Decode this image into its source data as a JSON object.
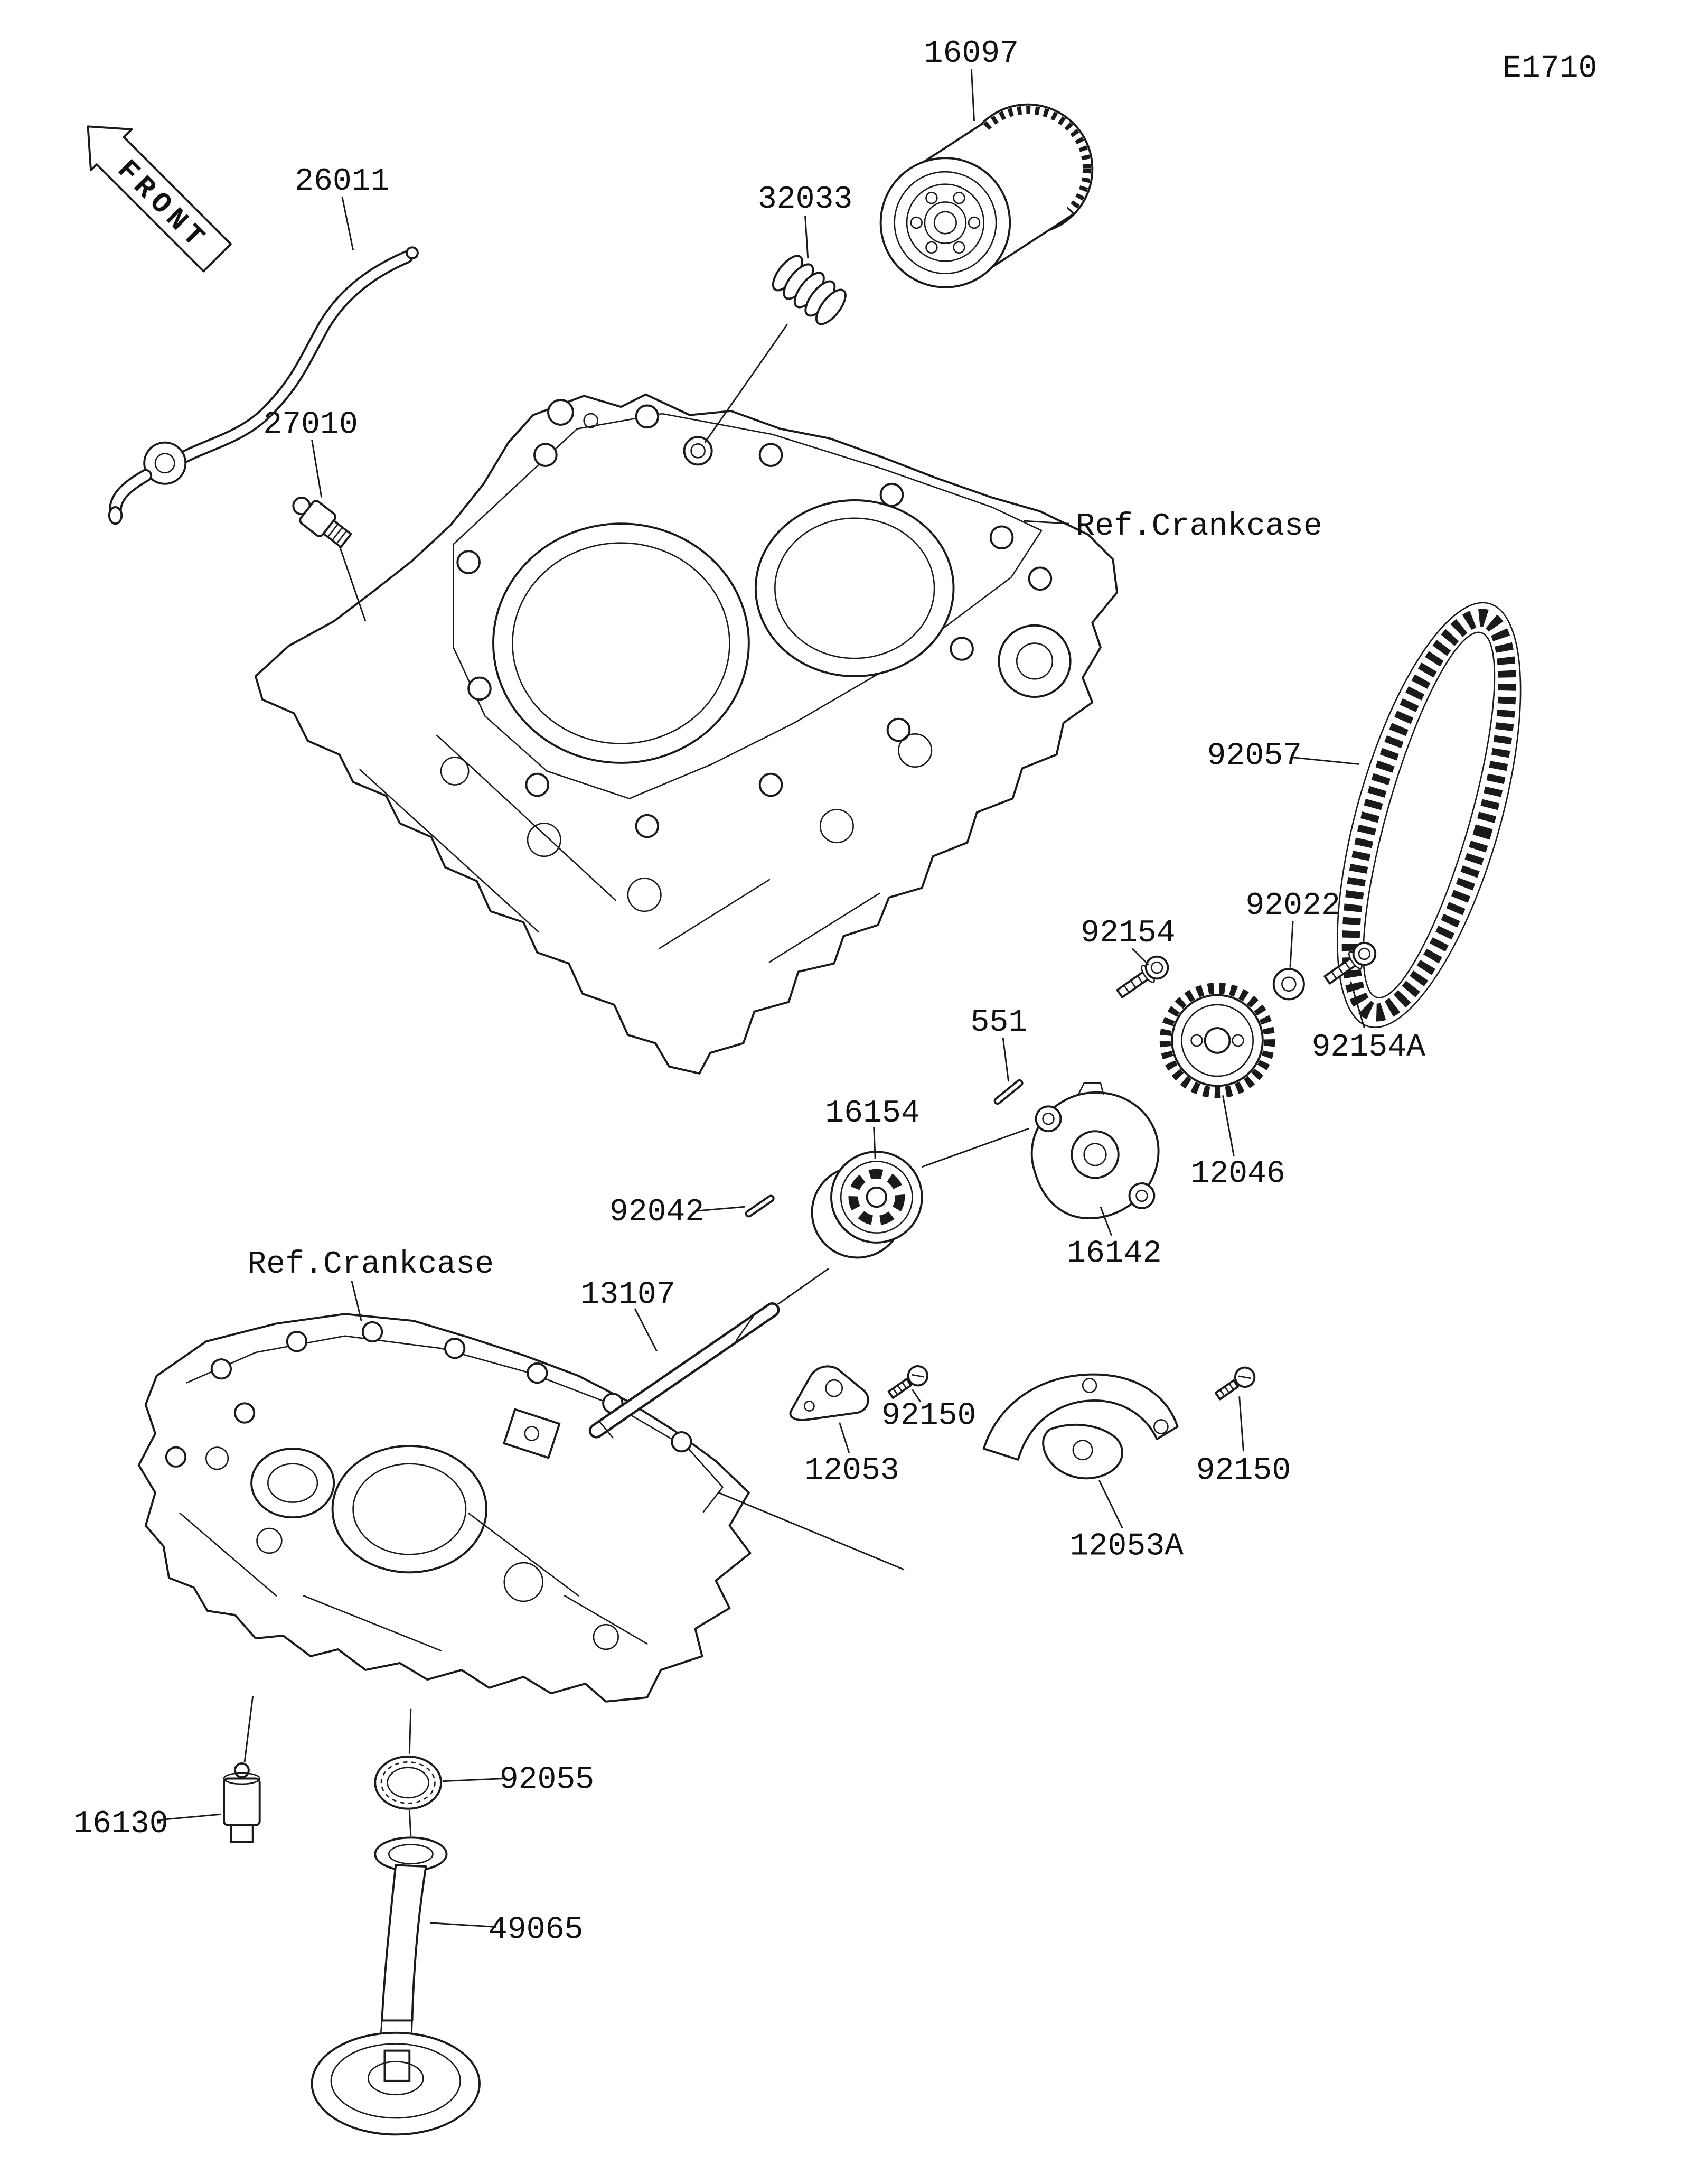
{
  "diagram": {
    "page_code": "E1710",
    "front_marker": "FRONT",
    "ref_crankcase_label": "Ref.Crankcase",
    "callouts": {
      "16097": "16097",
      "26011": "26011",
      "32033": "32033",
      "27010": "27010",
      "92057": "92057",
      "92154": "92154",
      "92022": "92022",
      "92154A": "92154A",
      "551": "551",
      "12046": "12046",
      "16154": "16154",
      "92042": "92042",
      "16142": "16142",
      "13107": "13107",
      "92150": "92150",
      "12053": "12053",
      "12053A": "12053A",
      "92055": "92055",
      "16130": "16130",
      "49065": "49065"
    }
  }
}
